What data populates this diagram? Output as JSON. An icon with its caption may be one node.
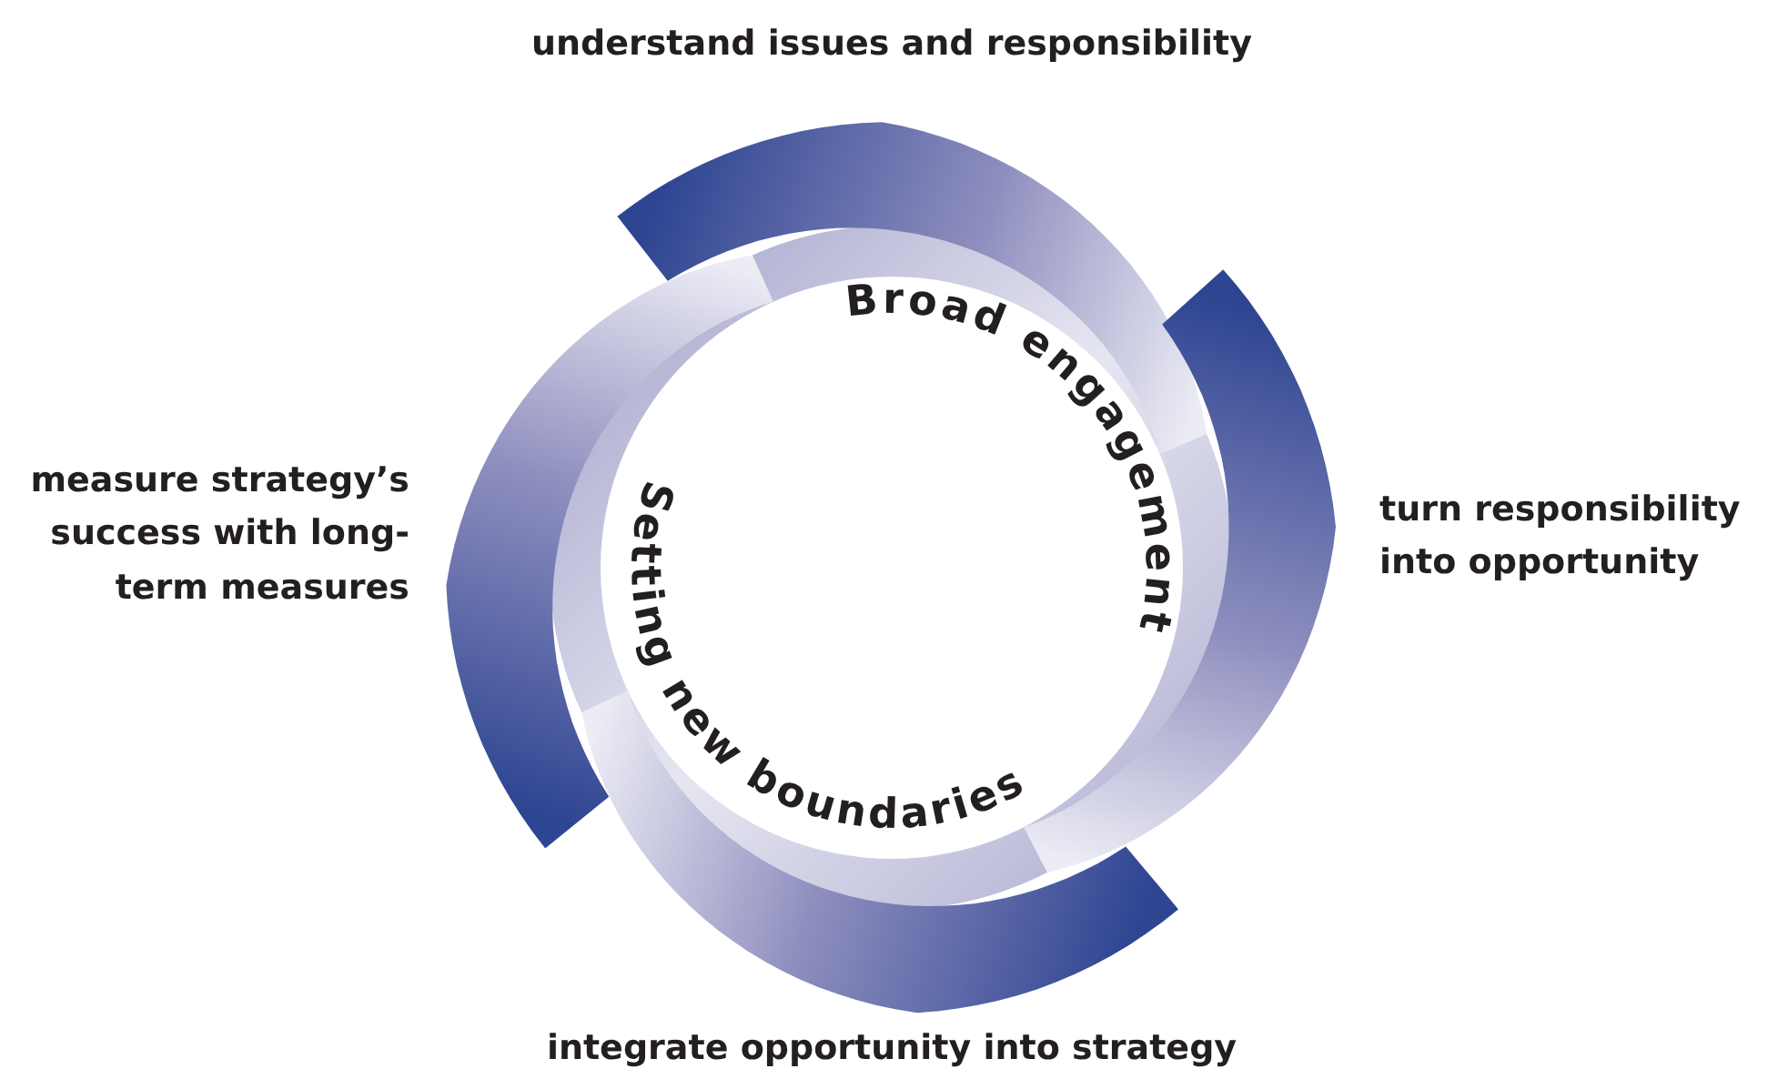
{
  "diagram": {
    "labels": [
      "understand issues and responsibility",
      "Broad engagement",
      "turn responsibility into opportunity",
      "measure strategy’s success with long-term measures",
      "Setting new boundaries",
      "integrate opportunity into strategy"
    ]
  }
}
